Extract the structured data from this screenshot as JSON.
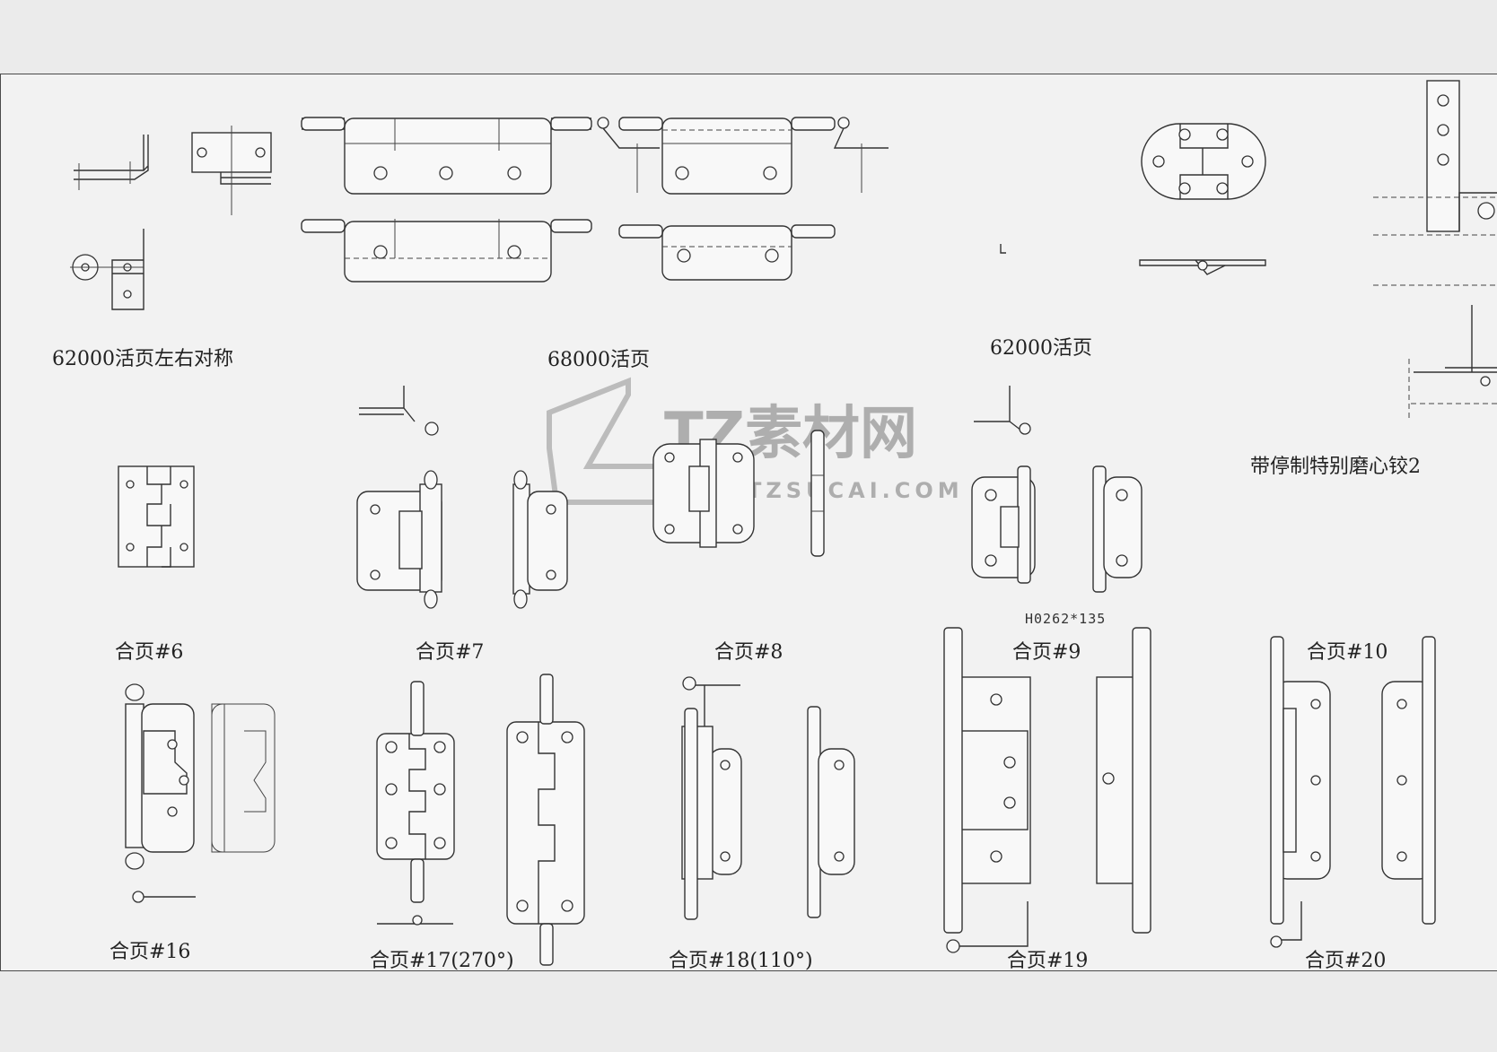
{
  "labels": {
    "l62000_sym": "62000活页左右对称",
    "l68000": "68000活页",
    "l62000": "62000活页",
    "special": "带停制特别磨心铰2",
    "h6": "合页#6",
    "h7": "合页#7",
    "h8": "合页#8",
    "h9": "合页#9",
    "h10": "合页#10",
    "h16": "合页#16",
    "h17": "合页#17(270°)",
    "h18": "合页#18(110°)",
    "h19": "合页#19",
    "h20": "合页#20",
    "code": "H0262*135"
  },
  "watermark": {
    "brand": "TZ素材网",
    "url": "TZSUCAI.COM"
  },
  "colors": {
    "line": "#333333",
    "paper": "#f2f2f2",
    "background": "#ebebeb"
  }
}
